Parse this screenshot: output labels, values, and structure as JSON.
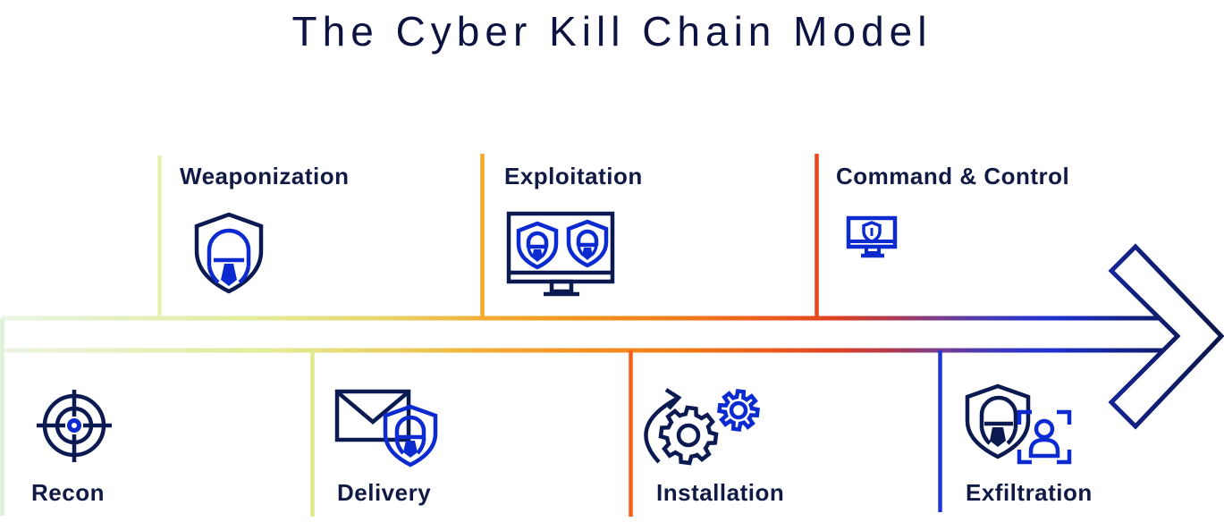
{
  "title": "The Cyber Kill Chain Model",
  "arrow": {
    "direction": "left-to-right",
    "gradient": [
      "#eaf5e4",
      "#e3eb96",
      "#e9d266",
      "#f2ab32",
      "#f07a1a",
      "#de431f",
      "#ae3a52",
      "#753d90",
      "#1f31cf",
      "#12207e",
      "#0b1548"
    ]
  },
  "colors": {
    "background": "#ffffff",
    "title_text": "#0d1340",
    "label_text": "#111a45",
    "icon_navy": "#0c1a52",
    "icon_blue": "#0b2bd0"
  },
  "stages": {
    "top": [
      {
        "label": "Weaponization",
        "icon": "shield-helmet-icon",
        "line_color": "#e9f0ae"
      },
      {
        "label": "Exploitation",
        "icon": "monitor-two-shields-icon",
        "line_color": "#f5a727"
      },
      {
        "label": "Command & Control",
        "icon": "monitor-shield-icon",
        "line_color": "#e8481c"
      }
    ],
    "bottom": [
      {
        "label": "Recon",
        "icon": "crosshair-target-icon",
        "line_color": "#dff0d6"
      },
      {
        "label": "Delivery",
        "icon": "envelope-shield-icon",
        "line_color": "#e0e98c"
      },
      {
        "label": "Installation",
        "icon": "gears-install-icon",
        "line_color": "#f2601b"
      },
      {
        "label": "Exfiltration",
        "icon": "shield-person-scan-icon",
        "line_color": "#2135d6"
      }
    ]
  }
}
